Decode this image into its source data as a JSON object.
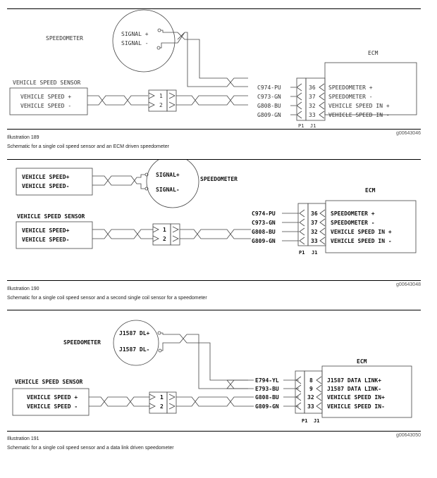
{
  "illustrations": [
    {
      "number_label": "Illustration 189",
      "caption": "Schematic for a single coil speed sensor and an ECM driven speedometer",
      "graphic_id": "g00643046",
      "speedometer_label": "SPEEDOMETER",
      "speedometer_pins": [
        "SIGNAL +",
        "SIGNAL -"
      ],
      "sensor_title": "VEHICLE SPEED SENSOR",
      "sensor_pins": [
        "VEHICLE SPEED +",
        "VEHICLE SPEED -"
      ],
      "inline_connector_pins": [
        "1",
        "2"
      ],
      "ecm_label": "ECM",
      "wires": [
        "C974-PU",
        "C973-GN",
        "G808-BU",
        "G809-GN"
      ],
      "ecm_pin_numbers": [
        "36",
        "37",
        "32",
        "33"
      ],
      "ecm_pins": [
        "SPEEDOMETER +",
        "SPEEDOMETER -",
        "VEHICLE SPEED IN +",
        "VEHICLE SPEED IN -"
      ],
      "connector_labels": [
        "P1",
        "J1"
      ]
    },
    {
      "number_label": "Illustration 190",
      "caption": "Schematic for a single coil speed sensor and a second single coil sensor for a speedometer",
      "graphic_id": "g00643048",
      "speedometer_label": "SPEEDOMETER",
      "speedometer_pins": [
        "SIGNAL+",
        "SIGNAL-"
      ],
      "second_sensor_pins": [
        "VEHICLE SPEED+",
        "VEHICLE SPEED-"
      ],
      "sensor_title": "VEHICLE SPEED SENSOR",
      "sensor_pins": [
        "VEHICLE SPEED+",
        "VEHICLE SPEED-"
      ],
      "inline_connector_pins": [
        "1",
        "2"
      ],
      "ecm_label": "ECM",
      "wires": [
        "C974-PU",
        "C973-GN",
        "G808-BU",
        "G809-GN"
      ],
      "ecm_pin_numbers": [
        "36",
        "37",
        "32",
        "33"
      ],
      "ecm_pins": [
        "SPEEDOMETER +",
        "SPEEDOMETER -",
        "VEHICLE SPEED IN +",
        "VEHICLE SPEED IN -"
      ],
      "connector_labels": [
        "P1",
        "J1"
      ]
    },
    {
      "number_label": "Illustration 191",
      "caption": "Schematic for a single coil speed sensor and a data link driven speedometer",
      "graphic_id": "g00643050",
      "speedometer_label": "SPEEDOMETER",
      "speedometer_pins": [
        "J1587 DL+",
        "J1587 DL-"
      ],
      "sensor_title": "VEHICLE SPEED SENSOR",
      "sensor_pins": [
        "VEHICLE SPEED +",
        "VEHICLE SPEED -"
      ],
      "inline_connector_pins": [
        "1",
        "2"
      ],
      "ecm_label": "ECM",
      "wires": [
        "E794-YL",
        "E793-BU",
        "G808-BU",
        "G809-GN"
      ],
      "ecm_pin_numbers": [
        "8",
        "9",
        "32",
        "33"
      ],
      "ecm_pins": [
        "J1587 DATA LINK+",
        "J1587 DATA LINK-",
        "VEHICLE SPEED IN+",
        "VEHICLE SPEED IN-"
      ],
      "connector_labels": [
        "P1",
        "J1"
      ]
    }
  ]
}
